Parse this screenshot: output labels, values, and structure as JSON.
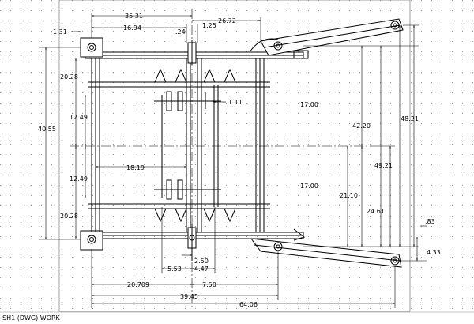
{
  "sheet_tab": "SH1 (DWG) WORK",
  "dimensions": {
    "d_35_31": "35.31",
    "d_26_72": "26.72",
    "d_16_94": "16.94",
    "d_1_31": "1.31",
    "d_0_24": ".24",
    "d_1_25": "1.25",
    "d_20_28_top": "20.28",
    "d_40_55": "40.55",
    "d_12_49_top": "12.49",
    "d_12_49_bottom": "12.49",
    "d_20_28_bottom": "20.28",
    "d_1_11": "1.11",
    "d_18_19": "18.19",
    "d_17_00_top": "17.00",
    "d_17_00_bottom": "17.00",
    "d_42_20": "42.20",
    "d_48_21": "48.21",
    "d_49_21": "49.21",
    "d_21_10": "21.10",
    "d_24_61": "24.61",
    "d_0_83": ".83",
    "d_4_33": "4.33",
    "d_2_50": "2.50",
    "d_5_53": "5.53",
    "d_4_47": "4.47",
    "d_20_709": "20.709",
    "d_7_50": "7.50",
    "d_39_45": "39.45",
    "d_64_06": "64.06"
  },
  "colors": {
    "background": "#ffffff",
    "linework": "#000000",
    "grid_dots": "#9a9a9a",
    "sheet_border": "#888888"
  }
}
